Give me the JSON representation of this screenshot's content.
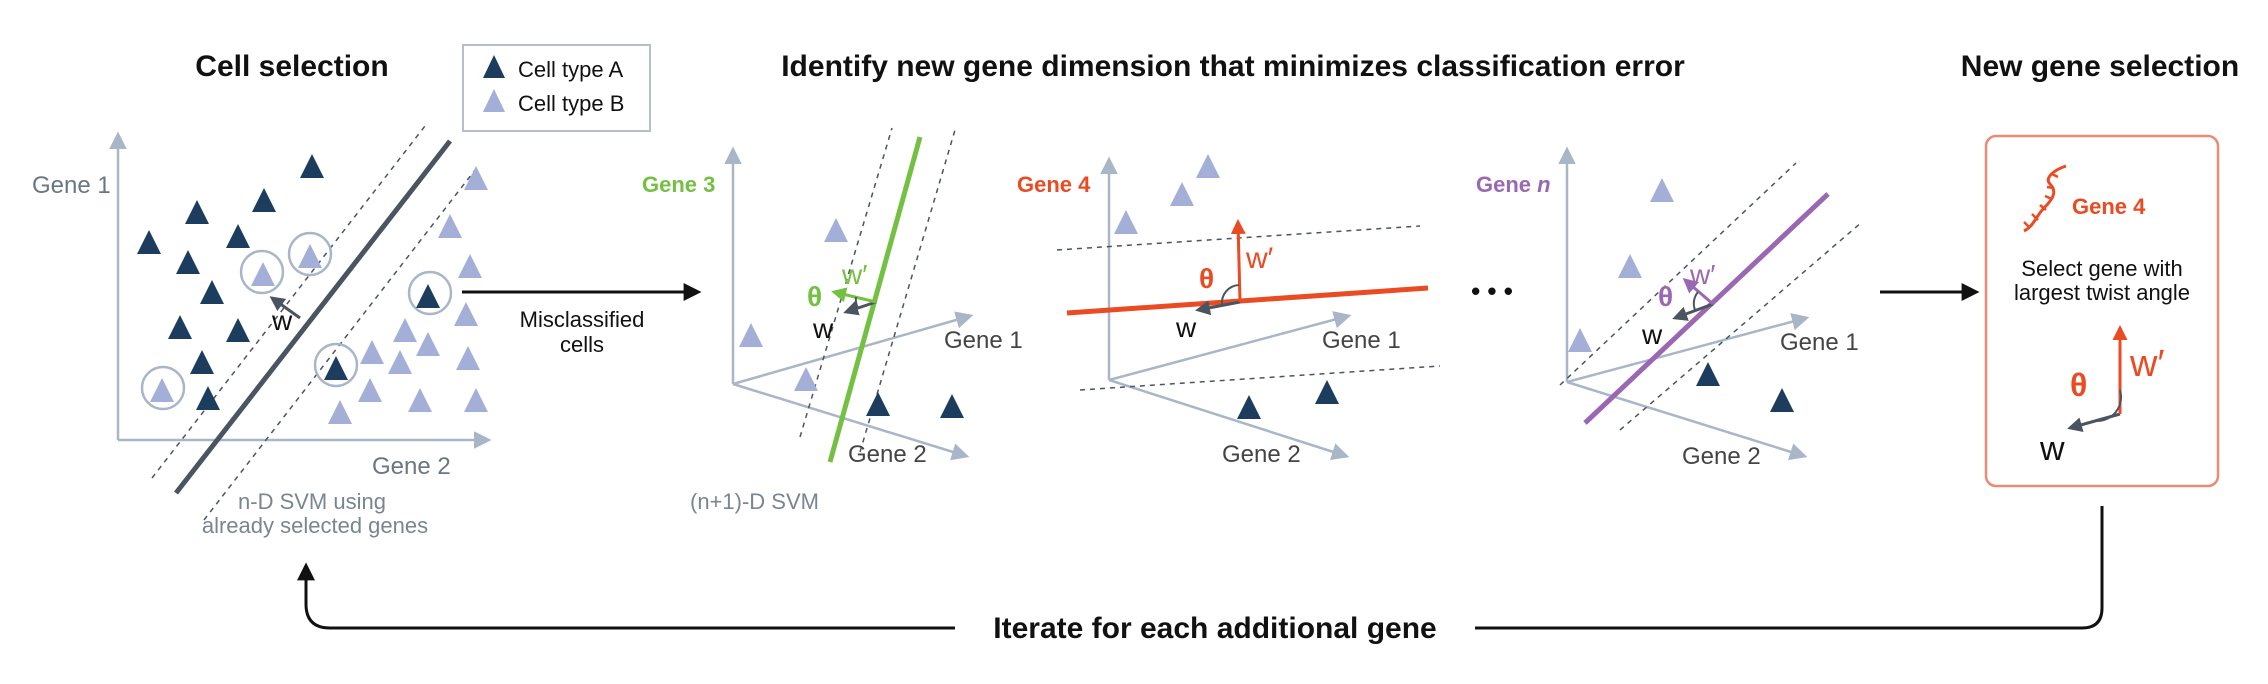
{
  "titles": {
    "cell_selection": "Cell selection",
    "identify": "Identify new gene dimension that minimizes classification error",
    "new_gene": "New gene selection"
  },
  "legend": {
    "type_a": "Cell type A",
    "type_b": "Cell type B"
  },
  "panel1": {
    "y_axis": "Gene 1",
    "x_axis": "Gene 2",
    "vector": "w",
    "caption_line1": "n-D SVM using",
    "caption_line2": "already selected genes"
  },
  "arrow_label": {
    "line1": "Misclassified",
    "line2": "cells"
  },
  "panel2": {
    "new_axis": "Gene 3",
    "axis_x": "Gene 1",
    "axis_y": "Gene 2",
    "theta": "θ",
    "w_prime": "w′",
    "w": "w",
    "caption": "(n+1)-D SVM"
  },
  "panel3": {
    "new_axis": "Gene 4",
    "axis_x": "Gene 1",
    "axis_y": "Gene 2",
    "theta": "θ",
    "w_prime": "w′",
    "w": "w"
  },
  "ellipsis": "• • •",
  "panel4": {
    "new_axis_prefix": "Gene ",
    "new_axis_var": "n",
    "axis_x": "Gene 1",
    "axis_y": "Gene 2",
    "theta": "θ",
    "w_prime": "w′",
    "w": "w"
  },
  "result": {
    "gene": "Gene 4",
    "text_line1": "Select gene with",
    "text_line2": "largest twist angle",
    "theta": "θ",
    "w_prime": "w′",
    "w": "w"
  },
  "loop_label": "Iterate for each additional gene",
  "colors": {
    "type_a": "#1d3d5f",
    "type_b": "#a3afd6",
    "axis": "#a9b6c8",
    "svm_dark": "#4b5461",
    "gene3": "#74c043",
    "gene4": "#ea4b23",
    "genen": "#9a68b2",
    "box_border": "#eb8b74"
  }
}
